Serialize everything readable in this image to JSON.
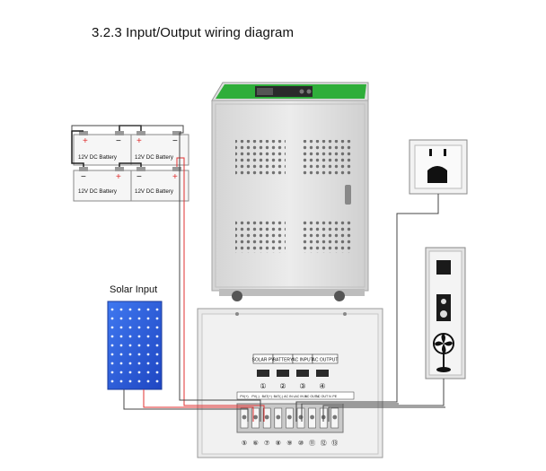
{
  "title": "3.2.3 Input/Output wiring diagram",
  "batteries": [
    {
      "label": "12V DC Battery"
    },
    {
      "label": "12V DC Battery"
    },
    {
      "label": "12V DC Battery"
    },
    {
      "label": "12V DC Battery"
    }
  ],
  "solar_label": "Solar Input",
  "terminal_headers": [
    "SOLAR PV",
    "BATTERY",
    "AC INPUT",
    "AC OUTPUT"
  ],
  "terminal_numbers": [
    "①",
    "②",
    "③",
    "④"
  ],
  "strip_labels": [
    "PV(+)",
    "PV(-)",
    "BAT(+)",
    "BAT(-)",
    "AC IN L",
    "AC IN N",
    "AC OUT L",
    "AC OUT N",
    "PE"
  ],
  "bottom_numbers": [
    "⑤",
    "⑥",
    "⑦",
    "⑧",
    "⑨",
    "⑩",
    "⑪",
    "⑫",
    "⑬"
  ],
  "colors": {
    "cabinet_top": "#2fae3a",
    "wire_red": "#e03030",
    "wire_dark": "#444444",
    "solar_panel": "#2e5fd8"
  },
  "icons": [
    "wall-outlet-icon",
    "power-switch-icon",
    "fan-icon"
  ]
}
